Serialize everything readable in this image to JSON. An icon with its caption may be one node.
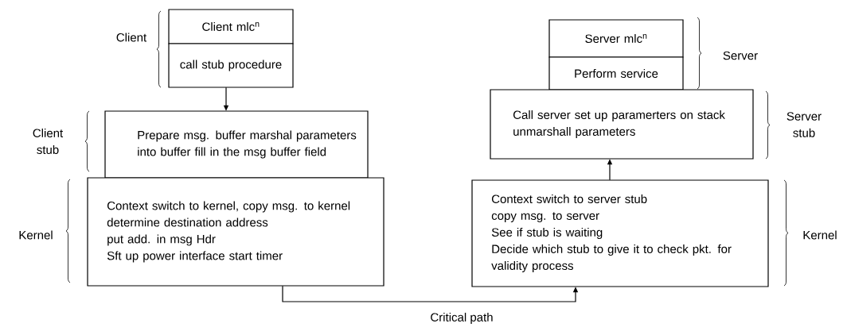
{
  "diagram": {
    "nodes": [
      {
        "text": [
          "Client mlc$^{n}$"
        ]
      },
      {
        "text": [
          "call stub procedure"
        ]
      },
      {
        "text": [
          "Prepare msg. buffer marshal parameters into buffer fill in the msg buffer field"
        ]
      },
      {
        "text": [
          "Context switch to kernel, copy msg. to kernel determine destination address",
          "put add. in msg Hdr",
          "Sft up power interface start timer"
        ]
      },
      {
        "text": [
          "Server mlc$^{n}$"
        ]
      },
      {
        "text": [
          "Perform service"
        ]
      },
      {
        "text": [
          "Call server set up paramerters on stack",
          "unmarshall parameters"
        ]
      },
      {
        "text": [
          "Context switch to server stub",
          "copy msg. to server",
          "See if stub is waiting",
          "Decide which stub to give it to check pkt. for validity process"
        ]
      }
    ],
    "edges": [
      {
        "from": 1,
        "to": 2,
        "arrow": "to"
      },
      {
        "from": 3,
        "to": 7,
        "arrow": "to",
        "label": "Critical path"
      },
      {
        "from": 7,
        "to": 6,
        "arrow": "to"
      }
    ],
    "labels": [
      "Client",
      "Server",
      "Client stub",
      "Server stub",
      "Kernel",
      "Kernel"
    ]
  }
}
